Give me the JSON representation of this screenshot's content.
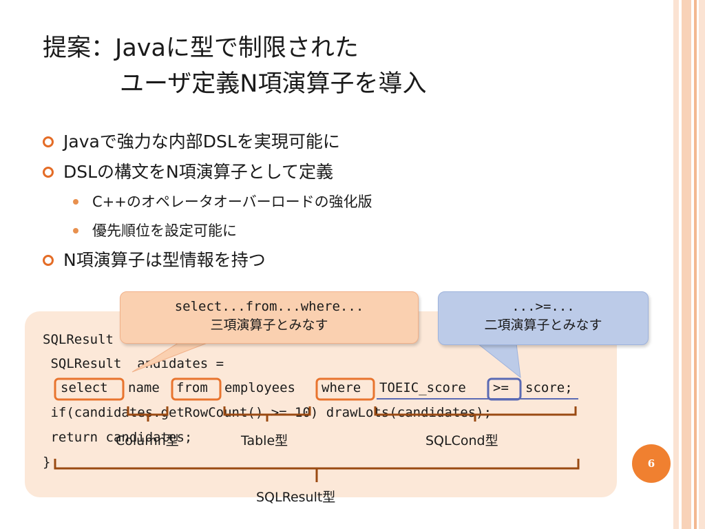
{
  "title": {
    "line1": "提案：Javaに型で制限された",
    "line2": "ユーザ定義N項演算子を導入"
  },
  "bullets": {
    "b1": "Javaで強力な内部DSLを実現可能に",
    "b2": "DSLの構文をN項演算子として定義",
    "b2_sub1": "C++のオペレータオーバーロードの強化版",
    "b2_sub2": "優先順位を設定可能に",
    "b3": "N項演算子は型情報を持つ"
  },
  "code": {
    "line1": "SQLResult",
    "line2": " SQLResult",
    "line2_tail": "andidates =",
    "line3_select": "select",
    "line3_name": "name",
    "line3_from": "from",
    "line3_employees": "employees",
    "line3_where": "where",
    "line3_toeic": "TOEIC_score",
    "line3_op": ">=",
    "line3_score": "score;",
    "line4": " if(candidates.getRowCount() >= 10) drawLots(candidates);",
    "line5": " return candidates;",
    "line6": "}"
  },
  "callouts": {
    "orange_code": "select...from...where...",
    "orange_text": "三項演算子とみなす",
    "blue_code": "...>=...",
    "blue_text": "二項演算子とみなす"
  },
  "type_labels": {
    "column": "Column型",
    "table": "Table型",
    "sqlcond": "SQLCond型",
    "sqlresult": "SQLResult型"
  },
  "page_number": "6",
  "colors": {
    "accent_orange": "#e46c26",
    "highlight_box": "#e8742e",
    "brace": "#9a4a12",
    "underline": "#5a6ab4",
    "callout_blue": "#bccbe8",
    "callout_orange": "#fad0b0"
  }
}
